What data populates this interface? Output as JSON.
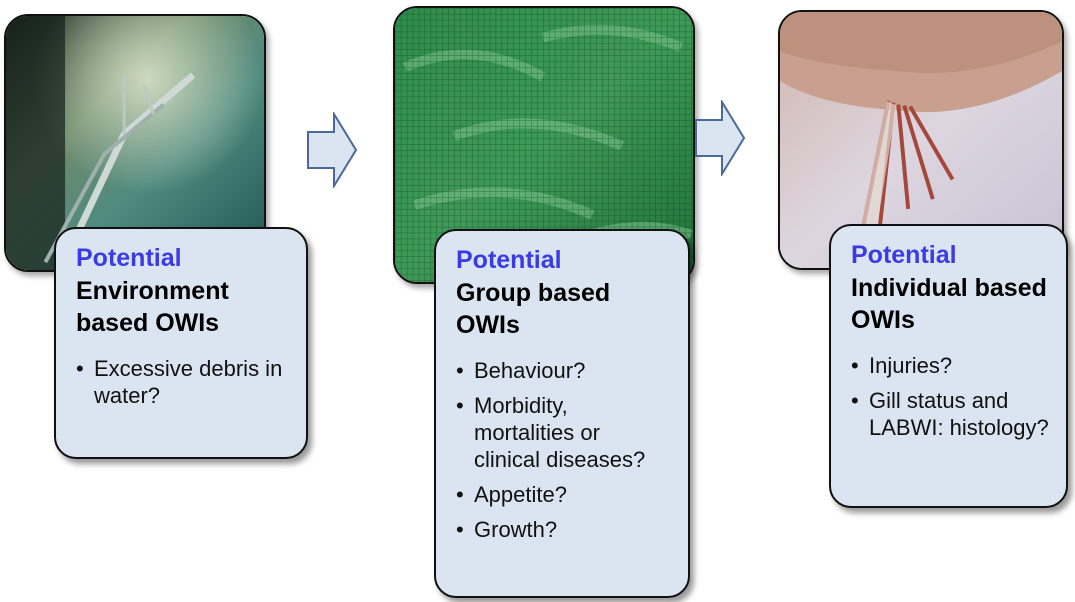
{
  "stages": [
    {
      "id": "environment",
      "photo_icon": "fish-cage-pipe-photo",
      "kicker": "Potential",
      "heading": "Environment based OWIs",
      "bullets": [
        "Excessive debris in water?"
      ]
    },
    {
      "id": "group",
      "photo_icon": "fish-school-in-net-photo",
      "kicker": "Potential",
      "heading": "Group based OWIs",
      "bullets": [
        "Behaviour?",
        "Morbidity, mortalities or clinical diseases?",
        "Appetite?",
        "Growth?"
      ]
    },
    {
      "id": "individual",
      "photo_icon": "fish-fin-injury-photo",
      "kicker": "Potential",
      "heading": "Individual based OWIs",
      "bullets": [
        "Injuries?",
        "Gill status and LABWI: histology?"
      ]
    }
  ],
  "arrows": [
    "right-arrow-icon",
    "right-arrow-icon"
  ],
  "colors": {
    "kicker": "#3a3ae6",
    "card_fill": "#dbe5f1",
    "arrow_fill": "#dbe5f1"
  }
}
